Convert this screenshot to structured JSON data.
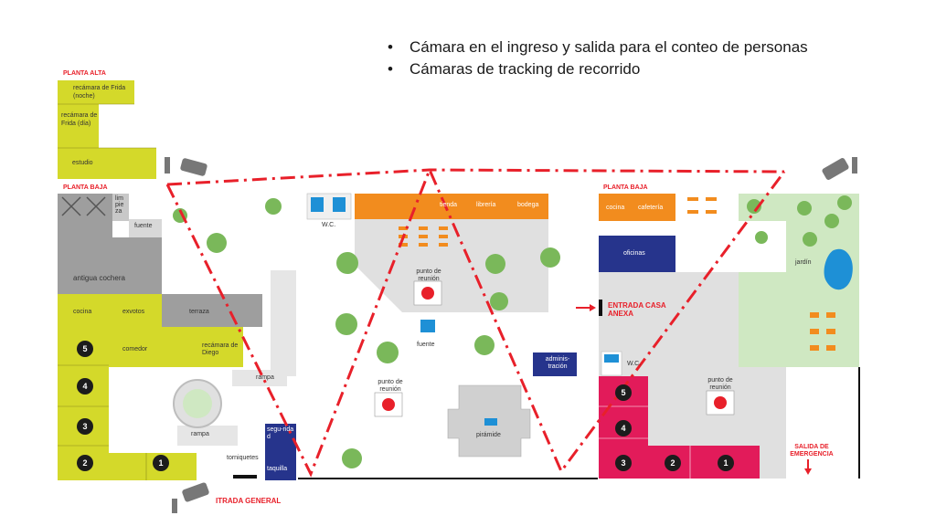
{
  "bullets": [
    "Cámara en el ingreso y salida para el conteo de personas",
    "Cámaras de tracking de recorrido"
  ],
  "colors": {
    "lime": "#d4d92a",
    "grey": "#d8d8d8",
    "dark_grey": "#9e9e9e",
    "orange": "#f28c1e",
    "navy": "#26348c",
    "crimson": "#e21b5a",
    "green": "#cfe8c2",
    "path_red": "#e8202a"
  },
  "map": {
    "planta_alta": {
      "title": "PLANTA ALTA",
      "rooms": [
        "recámara de Frida (noche)",
        "recámara de Frida (día)",
        "estudio"
      ]
    },
    "planta_baja_left": {
      "title": "PLANTA BAJA",
      "rooms": {
        "limpieza": "limpieza",
        "fuente": "fuente",
        "antigua_cochera": "antigua cochera",
        "cocina": "cocina",
        "exvotos": "exvotos",
        "terraza": "terraza",
        "comedor": "comedor",
        "recamara_diego": "recámara de Diego",
        "rampa_1": "rampa",
        "rampa_2": "rampa",
        "seguridad": "segu-ridad",
        "taquilla": "taquilla",
        "torniquetes": "torniquetes",
        "entrada": "ITRADA GENERAL"
      },
      "numbers": [
        "5",
        "4",
        "3",
        "2",
        "1"
      ]
    },
    "center": {
      "wc": "W.C.",
      "shop": [
        "tienda",
        "librería",
        "bodega"
      ],
      "meeting_1": "punto de reunión",
      "meeting_2": "punto de reunión",
      "fuente": "fuente",
      "admin": "adminis-tración",
      "piramide": "pirámide"
    },
    "planta_baja_right": {
      "title": "PLANTA BAJA",
      "cocina": "cocina",
      "cafeteria": "cafetería",
      "oficinas": "oficinas",
      "entrada_anexa": "ENTRADA CASA ANEXA",
      "jardin": "jardín",
      "wc": "W.C.",
      "meeting": "punto de reunión",
      "salida": "SALIDA DE EMERGENCIA",
      "numbers": [
        "5",
        "4",
        "3",
        "2",
        "1"
      ]
    }
  }
}
